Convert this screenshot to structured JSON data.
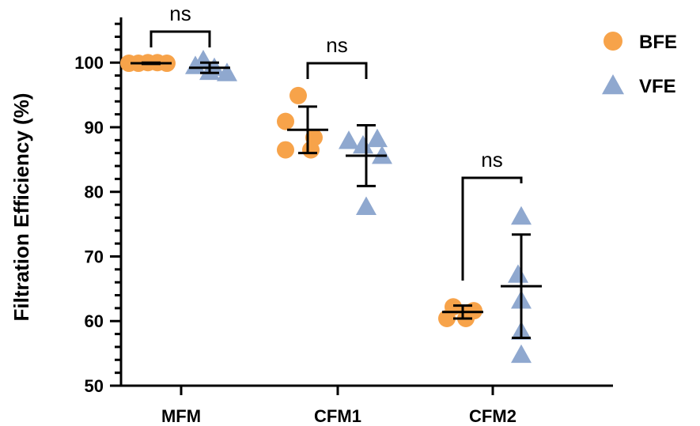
{
  "chart_data": {
    "type": "scatter",
    "ylabel": "Filtration Efficiency (%)",
    "ylim": [
      50,
      107
    ],
    "yticks": [
      50,
      60,
      70,
      80,
      90,
      100
    ],
    "categories": [
      "MFM",
      "CFM1",
      "CFM2"
    ],
    "series": [
      {
        "name": "BFE",
        "marker": "circle",
        "color": "#F7A34A",
        "points": [
          [
            99.9,
            99.9,
            100.0,
            100.0,
            99.9
          ],
          [
            94.9,
            90.9,
            88.4,
            86.5,
            86.5
          ],
          [
            62.2,
            61.3,
            60.4,
            60.4,
            61.6
          ]
        ],
        "mean": [
          99.9,
          89.6,
          61.4
        ],
        "sd": [
          0.1,
          3.6,
          1.0
        ]
      },
      {
        "name": "VFE",
        "marker": "triangle",
        "color": "#8FA8CF",
        "points": [
          [
            99.5,
            99.2,
            100.4,
            98.4,
            98.6
          ],
          [
            87.9,
            88.2,
            87.2,
            85.6,
            77.7
          ],
          [
            76.2,
            67.2,
            63.2,
            58.4,
            54.8
          ]
        ],
        "mean": [
          99.2,
          85.6,
          65.4
        ],
        "sd": [
          0.8,
          4.7,
          8.0
        ]
      }
    ],
    "comparisons": [
      {
        "category": "MFM",
        "label": "ns"
      },
      {
        "category": "CFM1",
        "label": "ns"
      },
      {
        "category": "CFM2",
        "label": "ns"
      }
    ],
    "legend": "top-right",
    "grid": false
  }
}
